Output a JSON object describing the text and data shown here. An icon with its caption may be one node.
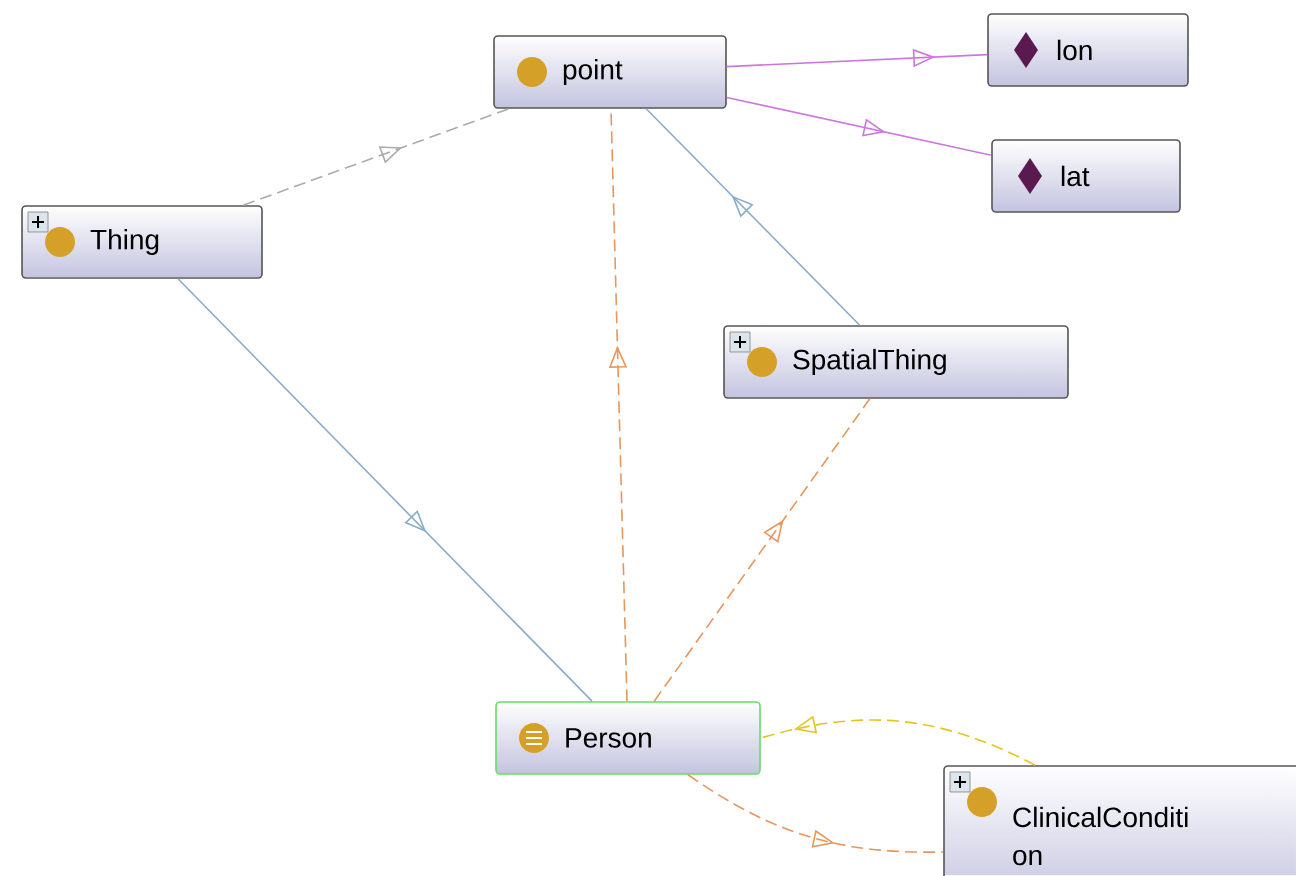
{
  "diagram": {
    "nodes": [
      {
        "text": [
          "point"
        ]
      },
      {
        "text": [
          "lon"
        ]
      },
      {
        "text": [
          "lat"
        ]
      },
      {
        "text": [
          "Thing"
        ]
      },
      {
        "text": [
          "SpatialThing"
        ]
      },
      {
        "text": [
          "Person"
        ]
      },
      {
        "text": [
          "ClinicalConditi on"
        ]
      }
    ],
    "edges": [
      {
        "from": 0,
        "to": 1,
        "arrow": "to",
        "color": "#cc77dd"
      },
      {
        "from": 0,
        "to": 2,
        "arrow": "to",
        "color": "#cc77dd"
      },
      {
        "from": 3,
        "to": 0,
        "arrow": "to",
        "style": "dashed",
        "color": "#aaaaaa"
      },
      {
        "from": 4,
        "to": 0,
        "arrow": "to",
        "color": "#8aaccb"
      },
      {
        "from": 3,
        "to": 5,
        "arrow": "to",
        "color": "#8aaccb"
      },
      {
        "from": 5,
        "to": 0,
        "arrow": "to",
        "style": "dashed",
        "color": "#e8965a"
      },
      {
        "from": 5,
        "to": 4,
        "arrow": "to",
        "style": "dashed",
        "color": "#e8965a"
      },
      {
        "from": 6,
        "to": 5,
        "arrow": "to",
        "style": "dashed",
        "color": "#e6c420"
      },
      {
        "from": 5,
        "to": 6,
        "arrow": "to",
        "style": "dashed",
        "color": "#e8965a"
      }
    ]
  }
}
